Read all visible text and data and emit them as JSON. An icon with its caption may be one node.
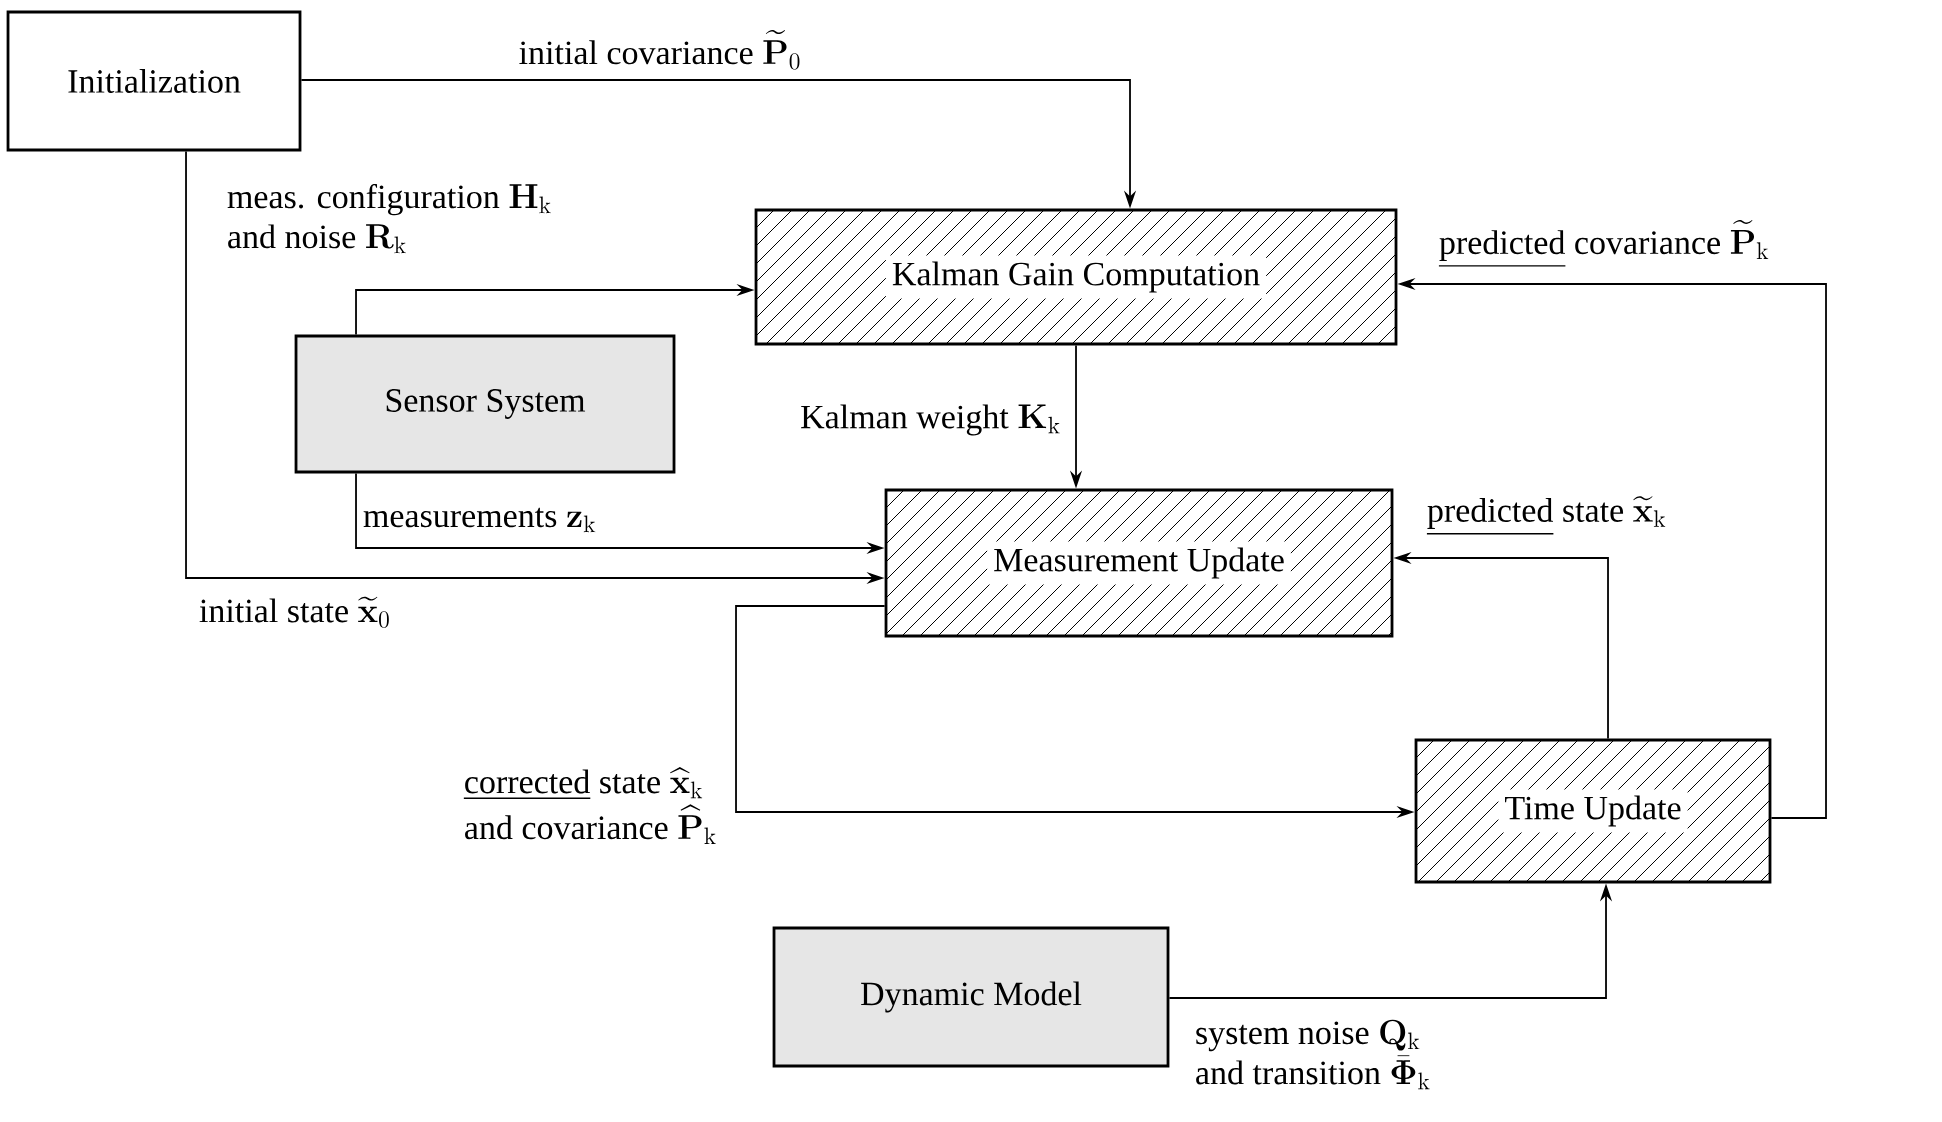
{
  "diagram": {
    "nodes": [
      {
        "text": [
          "Initialization"
        ]
      },
      {
        "text": [
          "Kalman Gain Computation"
        ]
      },
      {
        "text": [
          "Sensor System"
        ]
      },
      {
        "text": [
          "Measurement Update"
        ]
      },
      {
        "text": [
          "Time Update"
        ]
      },
      {
        "text": [
          "Dynamic Model"
        ]
      }
    ],
    "edges": [
      {
        "from": 0,
        "to": 1,
        "arrow": "to",
        "label": "\\text{initial covariance }\\widetilde{\\mathbf{P}}_0"
      },
      {
        "from": 2,
        "to": 1,
        "arrow": "to",
        "label": "\\begin{array}{@{}l@{}}\\text{meas. configuration }\\mathbf{H}_\\mathrm{k}\\\\\\text{and noise }\\mathbf{R}_\\mathrm{k}\\end{array}"
      },
      {
        "from": 1,
        "to": 3,
        "arrow": "to",
        "label": "\\text{Kalman weight }\\mathbf{K}_\\mathrm{k}"
      },
      {
        "from": 2,
        "to": 3,
        "arrow": "to",
        "label": "\\text{measurements }\\mathbf{z}_\\mathrm{k}"
      },
      {
        "from": 0,
        "to": 3,
        "arrow": "to",
        "label": "\\text{initial state }\\widetilde{\\mathbf{x}}_0"
      },
      {
        "from": 3,
        "to": 4,
        "arrow": "to",
        "label": "\\begin{array}{@{}l@{}}\\text{\\underline{corrected} state }\\widehat{\\mathbf{x}}_\\mathrm{k}\\\\\\text{and covariance }\\widehat{\\mathbf{P}}_\\mathrm{k}\\end{array}"
      },
      {
        "from": 4,
        "to": 3,
        "arrow": "to",
        "label": "\\text{\\underline{predicted} state }\\widetilde{\\mathbf{x}}_\\mathrm{k}"
      },
      {
        "from": 4,
        "to": 1,
        "arrow": "to",
        "label": "\\text{\\underline{predicted} covariance }\\widetilde{\\mathbf{P}}_\\mathrm{k}"
      },
      {
        "from": 5,
        "to": 4,
        "arrow": "to",
        "label": "\\begin{array}{@{}l@{}}\\text{system noise }\\mathbf{Q}_\\mathrm{k}\\\\\\text{and transition }\\bar{\\mathbf{\\Phi}}_\\mathrm{k}\\end{array}"
      }
    ]
  }
}
